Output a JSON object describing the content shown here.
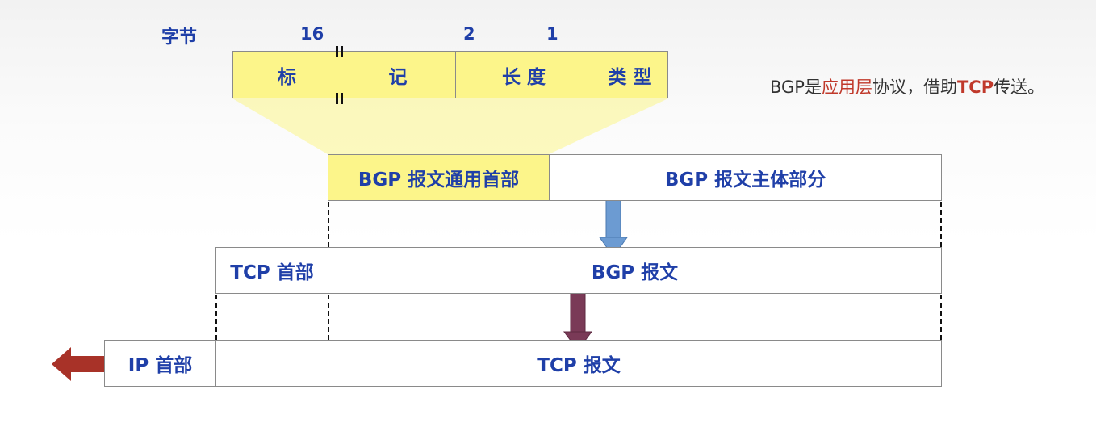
{
  "header_row": {
    "unit_label": "字节",
    "widths": [
      "16",
      "2",
      "1"
    ],
    "fields": [
      "标",
      "记",
      "长 度",
      "类 型"
    ]
  },
  "bgp_message": {
    "header": "BGP 报文通用首部",
    "body": "BGP 报文主体部分"
  },
  "tcp_segment": {
    "header": "TCP 首部",
    "payload": "BGP 报文"
  },
  "ip_packet": {
    "header": "IP 首部",
    "payload": "TCP 报文"
  },
  "note": {
    "part1": "BGP是",
    "highlight": "应用层",
    "part2": "协议，借助",
    "tcp": "TCP",
    "part3": "传送。"
  },
  "colors": {
    "field_yellow": "#fcf58a",
    "text_blue": "#1f3fa8",
    "arrow_blue": "#6c9bd2",
    "arrow_maroon": "#7a3a57",
    "arrow_red": "#a83228",
    "highlight_red": "#c0392b"
  }
}
